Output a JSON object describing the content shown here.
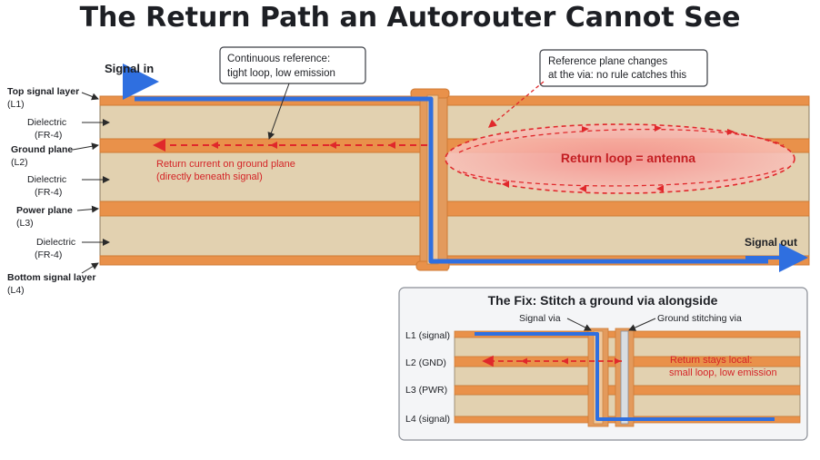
{
  "title": "The Return Path an Autorouter Cannot See",
  "colors": {
    "copper": "#e9914a",
    "copper_edge": "#cf7a34",
    "dielectric": "#e2d1b0",
    "dielectric_edge": "#8c7c62",
    "signal": "#2f6fe0",
    "return": "#e0282b",
    "loop_fill": "#f6a9a4",
    "callout_border": "#3a3d44"
  },
  "main": {
    "signal_in": "Signal in",
    "signal_out": "Signal out",
    "layers": [
      {
        "name": "Top signal layer",
        "id": "(L1)"
      },
      {
        "name": "Dielectric",
        "id": "(FR-4)"
      },
      {
        "name": "Ground plane",
        "id": "(L2)"
      },
      {
        "name": "Dielectric",
        "id": "(FR-4)"
      },
      {
        "name": "Power plane",
        "id": "(L3)"
      },
      {
        "name": "Dielectric",
        "id": "(FR-4)"
      },
      {
        "name": "Bottom signal layer",
        "id": "(L4)"
      }
    ],
    "callout_left": {
      "line1": "Continuous reference:",
      "line2": "tight loop, low emission"
    },
    "callout_right": {
      "line1": "Reference plane changes",
      "line2": "at the via: no rule catches this"
    },
    "return_label": {
      "line1": "Return current on ground plane",
      "line2": "(directly beneath signal)"
    },
    "loop_label": "Return loop = antenna"
  },
  "fix": {
    "title": "The Fix: Stitch a ground via alongside",
    "signal_via": "Signal via",
    "ground_via": "Ground stitching via",
    "layers": [
      "L1 (signal)",
      "L2 (GND)",
      "L3 (PWR)",
      "L4 (signal)"
    ],
    "note": {
      "line1": "Return stays local:",
      "line2": "small loop, low emission"
    }
  }
}
